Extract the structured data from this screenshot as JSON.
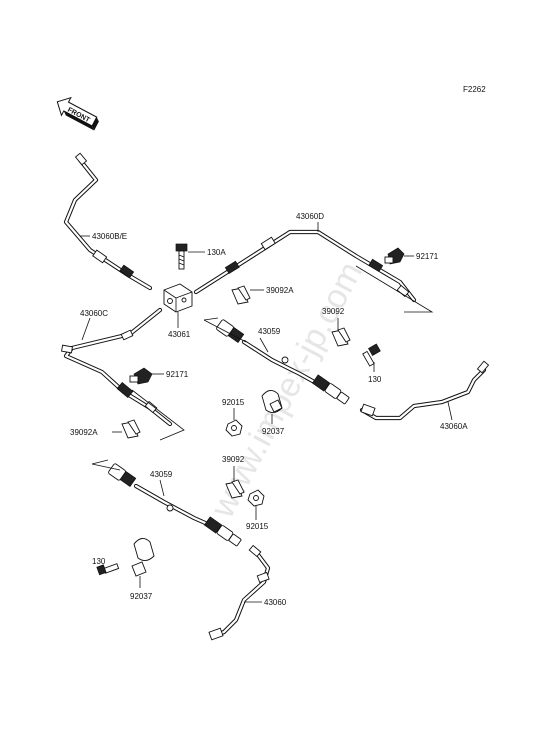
{
  "figure_code": "F2262",
  "front_label": "FRONT",
  "watermark": "www.impex-jp.com",
  "parts": {
    "p43060be": "43060B/E",
    "p130a": "130A",
    "p43060d": "43060D",
    "p92171_top": "92171",
    "p39092a_top": "39092A",
    "p43061": "43061",
    "p43060c": "43060C",
    "p39092_top": "39092",
    "p43059_top": "43059",
    "p130_right": "130",
    "p92171_mid": "92171",
    "p92015_top": "92015",
    "p92037_top": "92037",
    "p43060a": "43060A",
    "p39092a_mid": "39092A",
    "p39092_mid": "39092",
    "p43059_bottom": "43059",
    "p92015_bottom": "92015",
    "p130_left": "130",
    "p92037_bottom": "92037",
    "p43060": "43060"
  }
}
